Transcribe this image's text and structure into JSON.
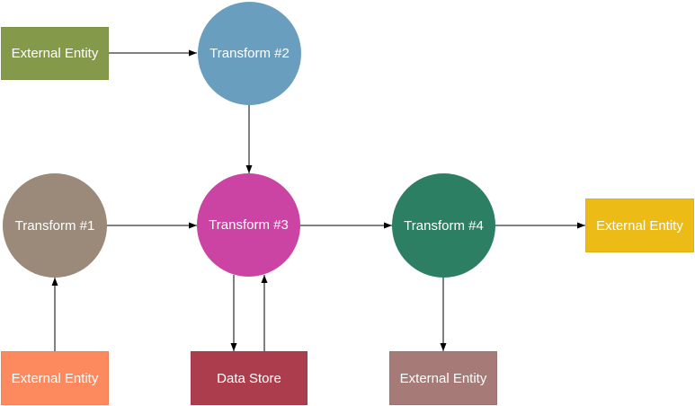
{
  "nodes": {
    "ext_top_left": {
      "label": "External Entity",
      "color": "#849a4a"
    },
    "ext_right": {
      "label": "External Entity",
      "color": "#edbb16"
    },
    "ext_bottom_left": {
      "label": "External Entity",
      "color": "#fd8a5e"
    },
    "ext_bottom_mid": {
      "label": "External Entity",
      "color": "#a57a77"
    },
    "data_store": {
      "label": "Data Store",
      "color": "#ac3d4d"
    },
    "transform_1": {
      "label": "Transform #1",
      "color": "#9b897a"
    },
    "transform_2": {
      "label": "Transform #2",
      "color": "#6a9ebf"
    },
    "transform_3": {
      "label": "Transform #3",
      "color": "#cc44a3"
    },
    "transform_4": {
      "label": "Transform #4",
      "color": "#2d7f63"
    }
  },
  "edges": [
    {
      "from": "ext_top_left",
      "to": "transform_2"
    },
    {
      "from": "transform_2",
      "to": "transform_3"
    },
    {
      "from": "transform_1",
      "to": "transform_3"
    },
    {
      "from": "transform_3",
      "to": "transform_4"
    },
    {
      "from": "transform_4",
      "to": "ext_right"
    },
    {
      "from": "ext_bottom_left",
      "to": "transform_1"
    },
    {
      "from": "transform_3",
      "to": "data_store"
    },
    {
      "from": "data_store",
      "to": "transform_3"
    },
    {
      "from": "transform_4",
      "to": "ext_bottom_mid"
    }
  ]
}
